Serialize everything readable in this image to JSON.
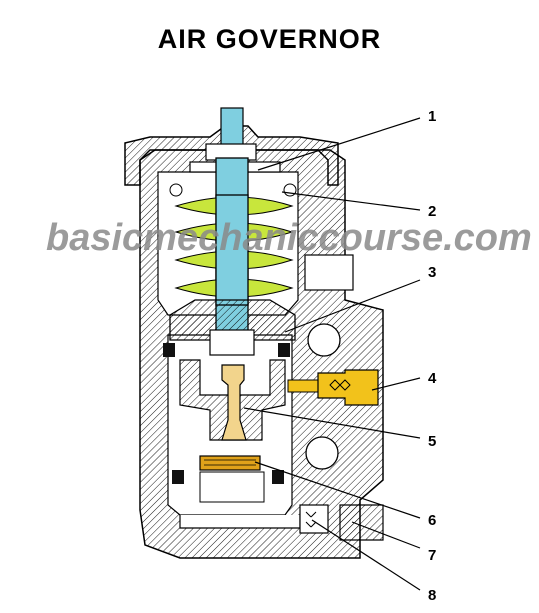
{
  "title": "AIR GOVERNOR",
  "watermark": "basicmechaniccourse.com",
  "callouts": [
    "1",
    "2",
    "3",
    "4",
    "5",
    "6",
    "7",
    "8"
  ],
  "colors": {
    "spring": "#c8e63c",
    "stem": "#7fcfe0",
    "port_fitting": "#f2c21b",
    "valve_disc": "#e0a21a",
    "piston_stem": "#f2d48c",
    "hatch": "#000000",
    "watermark": "#8a8a8a"
  }
}
